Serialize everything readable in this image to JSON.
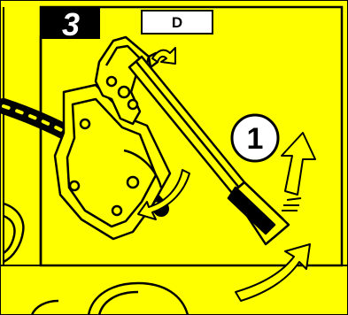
{
  "figure": {
    "step_number": "3",
    "view_label": "D",
    "callout_number": "1"
  },
  "colors": {
    "background": "#ffff00",
    "outline": "#000000",
    "panel_shadow": "#000000",
    "label_box": "#ffffff"
  },
  "icons": [
    "bracket",
    "clamp",
    "rotation-arrow",
    "hose",
    "lever-arm"
  ]
}
